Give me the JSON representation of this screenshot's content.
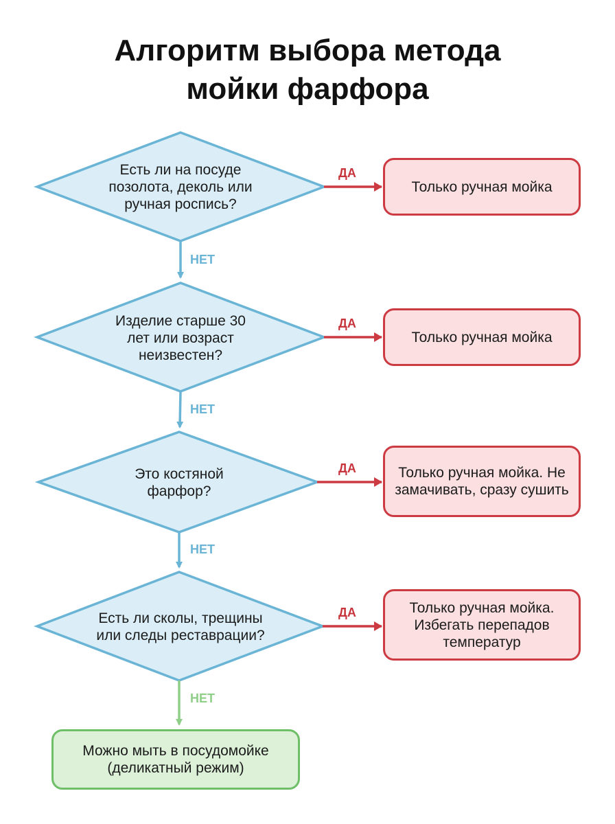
{
  "title": {
    "line1": "Алгоритм выбора метода",
    "line2": "мойки фарфора"
  },
  "colors": {
    "decision_fill": "#dbeef7",
    "decision_stroke": "#6ab4d6",
    "yes_color": "#cc3a42",
    "result_fill": "#fbdfe1",
    "final_fill": "#dcf1d8",
    "final_stroke": "#6fbf68"
  },
  "decisions": [
    {
      "text": "Есть ли на посуде позолота, деколь или ручная роспись?",
      "yes_label": "ДА",
      "no_label": "НЕТ",
      "result": "Только ручная мойка"
    },
    {
      "text": "Изделие старше 30 лет или возраст неизвестен?",
      "yes_label": "ДА",
      "no_label": "НЕТ",
      "result": "Только ручная мойка"
    },
    {
      "text": "Это костяной фарфор?",
      "yes_label": "ДА",
      "no_label": "НЕТ",
      "result": "Только ручная мойка. Не замачивать, сразу сушить"
    },
    {
      "text": "Есть ли сколы, трещины или следы реставрации?",
      "yes_label": "ДА",
      "no_label": "НЕТ",
      "result": "Только ручная мойка. Избегать перепадов температур"
    }
  ],
  "final": {
    "text": "Можно мыть в посудомойке (деликатный режим)"
  }
}
